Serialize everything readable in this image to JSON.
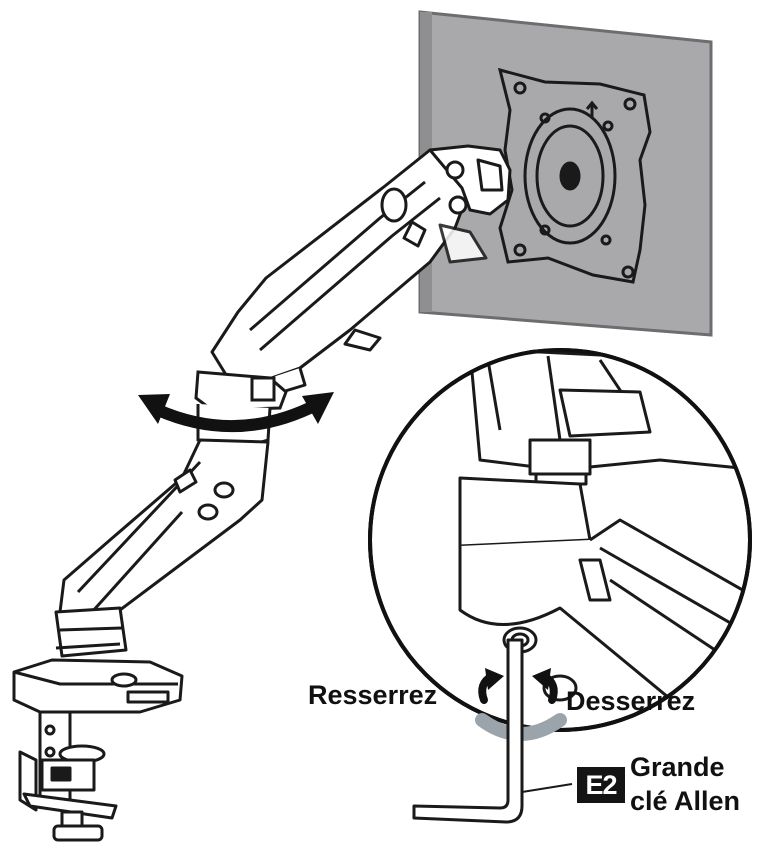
{
  "labels": {
    "tighten": "Resserrez",
    "loosen": "Desserrez"
  },
  "part_tag": {
    "code": "E2",
    "name_line1": "Grande",
    "name_line2": "clé Allen"
  },
  "icons": {
    "swivel": "double-headed-curved-arrow",
    "tighten": "curved-arrow-clockwise",
    "loosen": "curved-arrow-counterclockwise",
    "vesa_mark": "up-arrow"
  },
  "colors": {
    "line": "#1a1a1a",
    "monitor_fill": "#a9a9ab",
    "rotation_band": "#9aa4aa"
  }
}
